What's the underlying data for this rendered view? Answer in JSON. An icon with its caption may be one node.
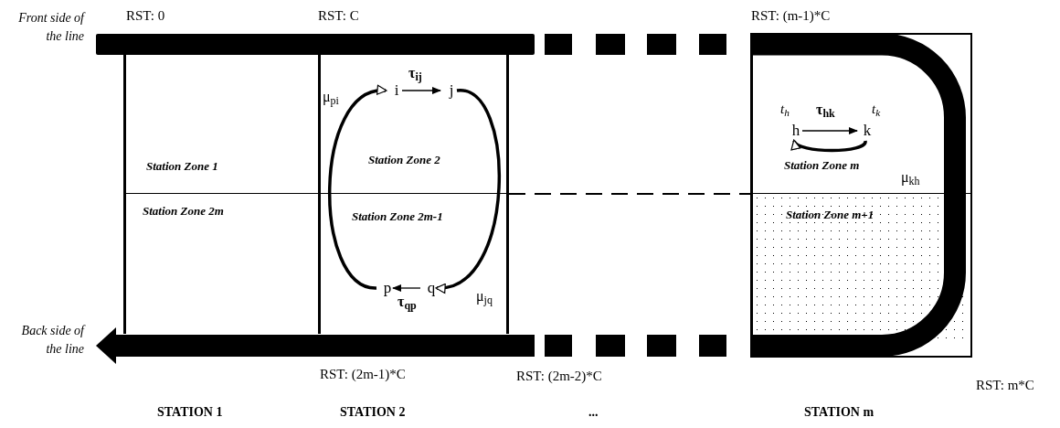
{
  "diagram": {
    "nodes": [
      {
        "text": [
          "Station Zone 1"
        ]
      },
      {
        "text": [
          "Station Zone 2m"
        ]
      },
      {
        "text": [
          "Station Zone 2"
        ]
      },
      {
        "text": [
          "Station Zone 2m-1"
        ]
      },
      {
        "text": [
          "Station Zone m"
        ]
      },
      {
        "text": [
          "Station Zone m+1"
        ]
      },
      {
        "text": [
          "i"
        ],
        "in": 2
      },
      {
        "text": [
          "j"
        ],
        "in": 2
      },
      {
        "text": [
          "p"
        ],
        "in": 3
      },
      {
        "text": [
          "q"
        ],
        "in": 3
      },
      {
        "text": [
          "h"
        ],
        "in": 4,
        "beside": [
          "t$_{h}$"
        ]
      },
      {
        "text": [
          "k"
        ],
        "in": 4,
        "beside": [
          "t$_{k}$"
        ]
      }
    ],
    "edges": [
      {
        "from": 6,
        "to": 7,
        "arrow": "to",
        "label": "τ$_{ij}$"
      },
      {
        "from": 7,
        "to": 9,
        "arrow": "to",
        "label": "μ$_{jq}$",
        "style": "thick"
      },
      {
        "from": 9,
        "to": 8,
        "arrow": "to",
        "label": "τ$_{qp}$"
      },
      {
        "from": 8,
        "to": 6,
        "arrow": "to",
        "label": "μ$_{pi}$",
        "style": "thick"
      },
      {
        "from": 10,
        "to": 11,
        "arrow": "to",
        "label": "τ$_{hk}$"
      },
      {
        "from": 11,
        "to": 10,
        "arrow": "to",
        "label": "μ$_{kh}$",
        "style": "thick"
      }
    ],
    "labels": [
      "Front side of the line",
      "RST: 0",
      "RST: C",
      "RST: (m-1)*C",
      "Back side of the line",
      "RST: (2m-1)*C",
      "RST: (2m-2)*C",
      "RST: m*C",
      "STATION 1",
      "STATION 2",
      "...",
      "STATION m"
    ]
  }
}
